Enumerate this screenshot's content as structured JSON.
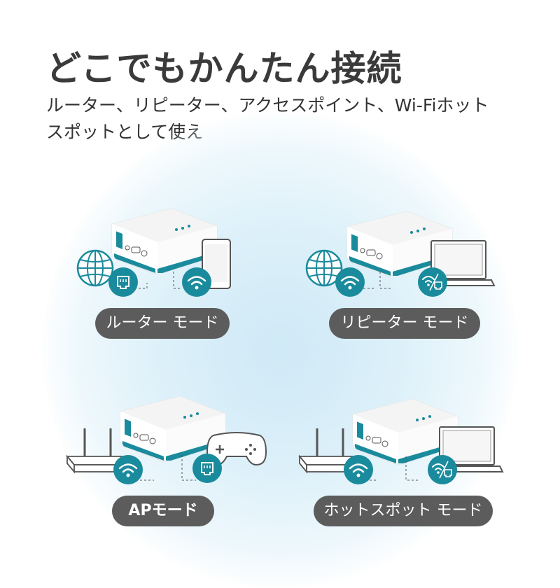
{
  "title": "どこでもかんたん接続",
  "subtitle": "ルーター、リピーター、アクセスポイント、Wi-Fiホットスポットとして使え",
  "modes": [
    {
      "label": "ルーター モード"
    },
    {
      "label": "リピーター モード"
    },
    {
      "label": "APモード"
    },
    {
      "label": "ホットスポット モード"
    }
  ],
  "colors": {
    "accent": "#1a8b9c",
    "pill": "#5c5c5c",
    "title": "#3a3a3a",
    "glow": "#cfe9f6"
  },
  "icons": [
    "globe-icon",
    "ethernet-icon",
    "wifi-icon",
    "smartphone-icon",
    "laptop-icon",
    "wifi-ethernet-icon",
    "modem-icon",
    "gamepad-icon"
  ]
}
